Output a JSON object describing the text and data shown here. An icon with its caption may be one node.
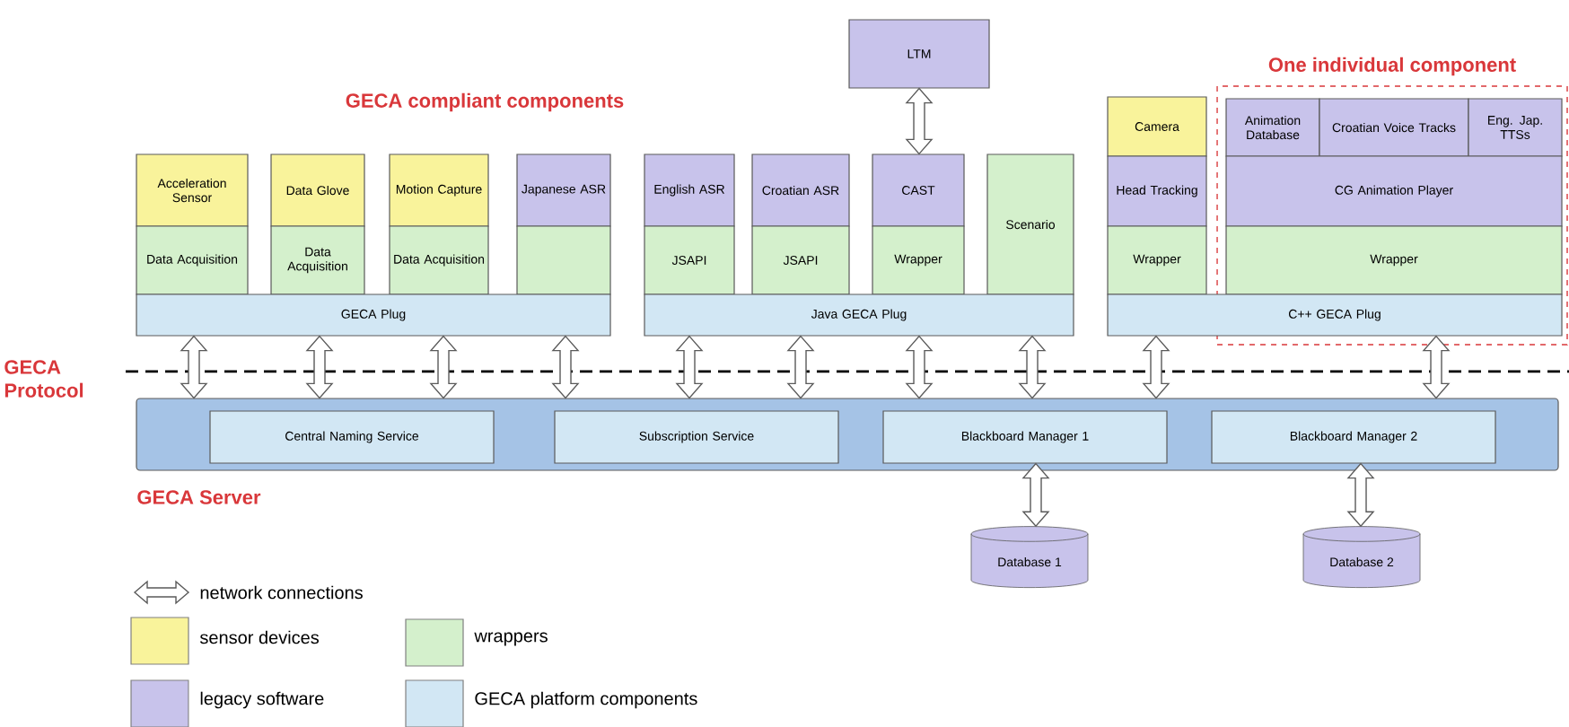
{
  "diagram": {
    "nodes": [
      {
        "text": [
          "LTM"
        ]
      },
      {
        "text": [
          "One individual component"
        ]
      },
      {
        "text": [
          "Acceleration Sensor"
        ]
      },
      {
        "text": [
          "Data Acquisition"
        ]
      },
      {
        "text": [
          "Data Glove"
        ]
      },
      {
        "text": [
          "Data Acquisition"
        ]
      },
      {
        "text": [
          "Motion Capture"
        ]
      },
      {
        "text": [
          "Data Acquisition"
        ]
      },
      {
        "text": [
          "Japanese ASR"
        ]
      },
      {
        "text": [],
        "shape": "box"
      },
      {
        "text": [
          "English ASR"
        ]
      },
      {
        "text": [
          "JSAPI"
        ]
      },
      {
        "text": [
          "Croatian ASR"
        ]
      },
      {
        "text": [
          "JSAPI"
        ]
      },
      {
        "text": [
          "CAST"
        ]
      },
      {
        "text": [
          "Wrapper"
        ]
      },
      {
        "text": [
          "Scenario"
        ]
      },
      {
        "text": [
          "Camera"
        ]
      },
      {
        "text": [
          "Head Tracking"
        ]
      },
      {
        "text": [
          "Wrapper"
        ]
      },
      {
        "text": [
          "Animation Database"
        ],
        "in": 1
      },
      {
        "text": [
          "Croatian Voice Tracks"
        ],
        "in": 1
      },
      {
        "text": [
          "Eng. Jap. TTSs"
        ],
        "in": 1
      },
      {
        "text": [
          "CG Animation Player"
        ],
        "in": 1
      },
      {
        "text": [
          "Wrapper"
        ],
        "in": 1
      },
      {
        "text": [
          "GECA Plug"
        ]
      },
      {
        "text": [
          "Java GECA Plug"
        ]
      },
      {
        "text": [
          "C++ GECA Plug"
        ]
      },
      {
        "text": [
          "GECA Server"
        ]
      },
      {
        "text": [
          "Central Naming Service"
        ],
        "in": 28
      },
      {
        "text": [
          "Subscription Service"
        ],
        "in": 28
      },
      {
        "text": [
          "Blackboard Manager 1"
        ],
        "in": 28
      },
      {
        "text": [
          "Blackboard Manager 2"
        ],
        "in": 28
      },
      {
        "text": [
          "Database 1"
        ]
      },
      {
        "text": [
          "Database 2"
        ]
      }
    ],
    "edges": [
      {
        "from": 25,
        "to": 28,
        "arrow": "both"
      },
      {
        "from": 25,
        "to": 28,
        "arrow": "both"
      },
      {
        "from": 25,
        "to": 28,
        "arrow": "both"
      },
      {
        "from": 25,
        "to": 28,
        "arrow": "both"
      },
      {
        "from": 26,
        "to": 28,
        "arrow": "both"
      },
      {
        "from": 26,
        "to": 28,
        "arrow": "both"
      },
      {
        "from": 26,
        "to": 28,
        "arrow": "both"
      },
      {
        "from": 26,
        "to": 28,
        "arrow": "both"
      },
      {
        "from": 27,
        "to": 28,
        "arrow": "both"
      },
      {
        "from": 27,
        "to": 28,
        "arrow": "both"
      },
      {
        "from": 14,
        "to": 0,
        "arrow": "both"
      },
      {
        "from": 31,
        "to": 33,
        "arrow": "both"
      },
      {
        "from": 32,
        "to": 34,
        "arrow": "both"
      }
    ],
    "labels": [
      "GECA compliant components",
      "GECA Protocol"
    ],
    "legend": [
      {
        "text": "network connections"
      },
      {
        "text": "sensor devices",
        "color": "#f9f39b"
      },
      {
        "text": "wrappers",
        "color": "#d4f0cc"
      },
      {
        "text": "legacy software",
        "color": "#c8c3eb"
      },
      {
        "text": "GECA platform components",
        "color": "#d2e7f4"
      }
    ]
  }
}
